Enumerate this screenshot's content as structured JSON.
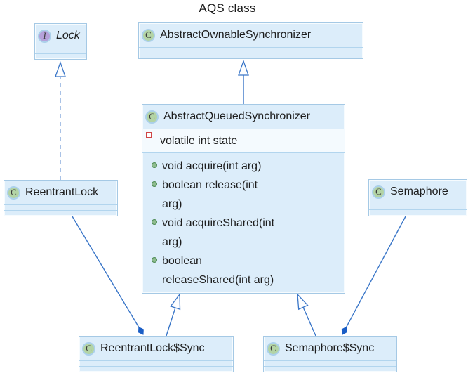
{
  "title": "AQS class",
  "colors": {
    "text": "#1d1d1d",
    "box_fill": "#dcedfa",
    "box_border": "#a5c9e5",
    "separator": "#b2d5ee",
    "field_row_fill": "#f4fafe",
    "line": "#3a76c8",
    "dashed_line": "#84a9dc",
    "diamond": "#1b5ec6",
    "class_icon_fill": "#b3d4a5",
    "interface_icon_fill": "#b5a1da",
    "icon_ring": "#abd0ea",
    "method_icon": "#8fbc8f",
    "field_icon": "#cf4545"
  },
  "classes": {
    "lock": {
      "name": "Lock",
      "icon_letter": "I",
      "kind": "interface"
    },
    "aos": {
      "name": "AbstractOwnableSynchronizer",
      "icon_letter": "C",
      "kind": "class"
    },
    "aqs": {
      "name": "AbstractQueuedSynchronizer",
      "icon_letter": "C",
      "kind": "class",
      "field": "volatile int state",
      "methods": [
        "void acquire(int arg)",
        "boolean release(int\narg)",
        "void acquireShared(int\narg)",
        "boolean\nreleaseShared(int arg)"
      ]
    },
    "reentrant_lock": {
      "name": "ReentrantLock",
      "icon_letter": "C",
      "kind": "class"
    },
    "semaphore": {
      "name": "Semaphore",
      "icon_letter": "C",
      "kind": "class"
    },
    "rl_sync": {
      "name": "ReentrantLock$Sync",
      "icon_letter": "C",
      "kind": "class"
    },
    "sem_sync": {
      "name": "Semaphore$Sync",
      "icon_letter": "C",
      "kind": "class"
    }
  },
  "relationships": [
    {
      "from": "ReentrantLock",
      "to": "Lock",
      "type": "realization"
    },
    {
      "from": "AbstractQueuedSynchronizer",
      "to": "AbstractOwnableSynchronizer",
      "type": "generalization"
    },
    {
      "from": "ReentrantLock$Sync",
      "to": "AbstractQueuedSynchronizer",
      "type": "generalization"
    },
    {
      "from": "Semaphore$Sync",
      "to": "AbstractQueuedSynchronizer",
      "type": "generalization"
    },
    {
      "from": "ReentrantLock",
      "to": "ReentrantLock$Sync",
      "type": "composition"
    },
    {
      "from": "Semaphore",
      "to": "Semaphore$Sync",
      "type": "composition"
    }
  ]
}
